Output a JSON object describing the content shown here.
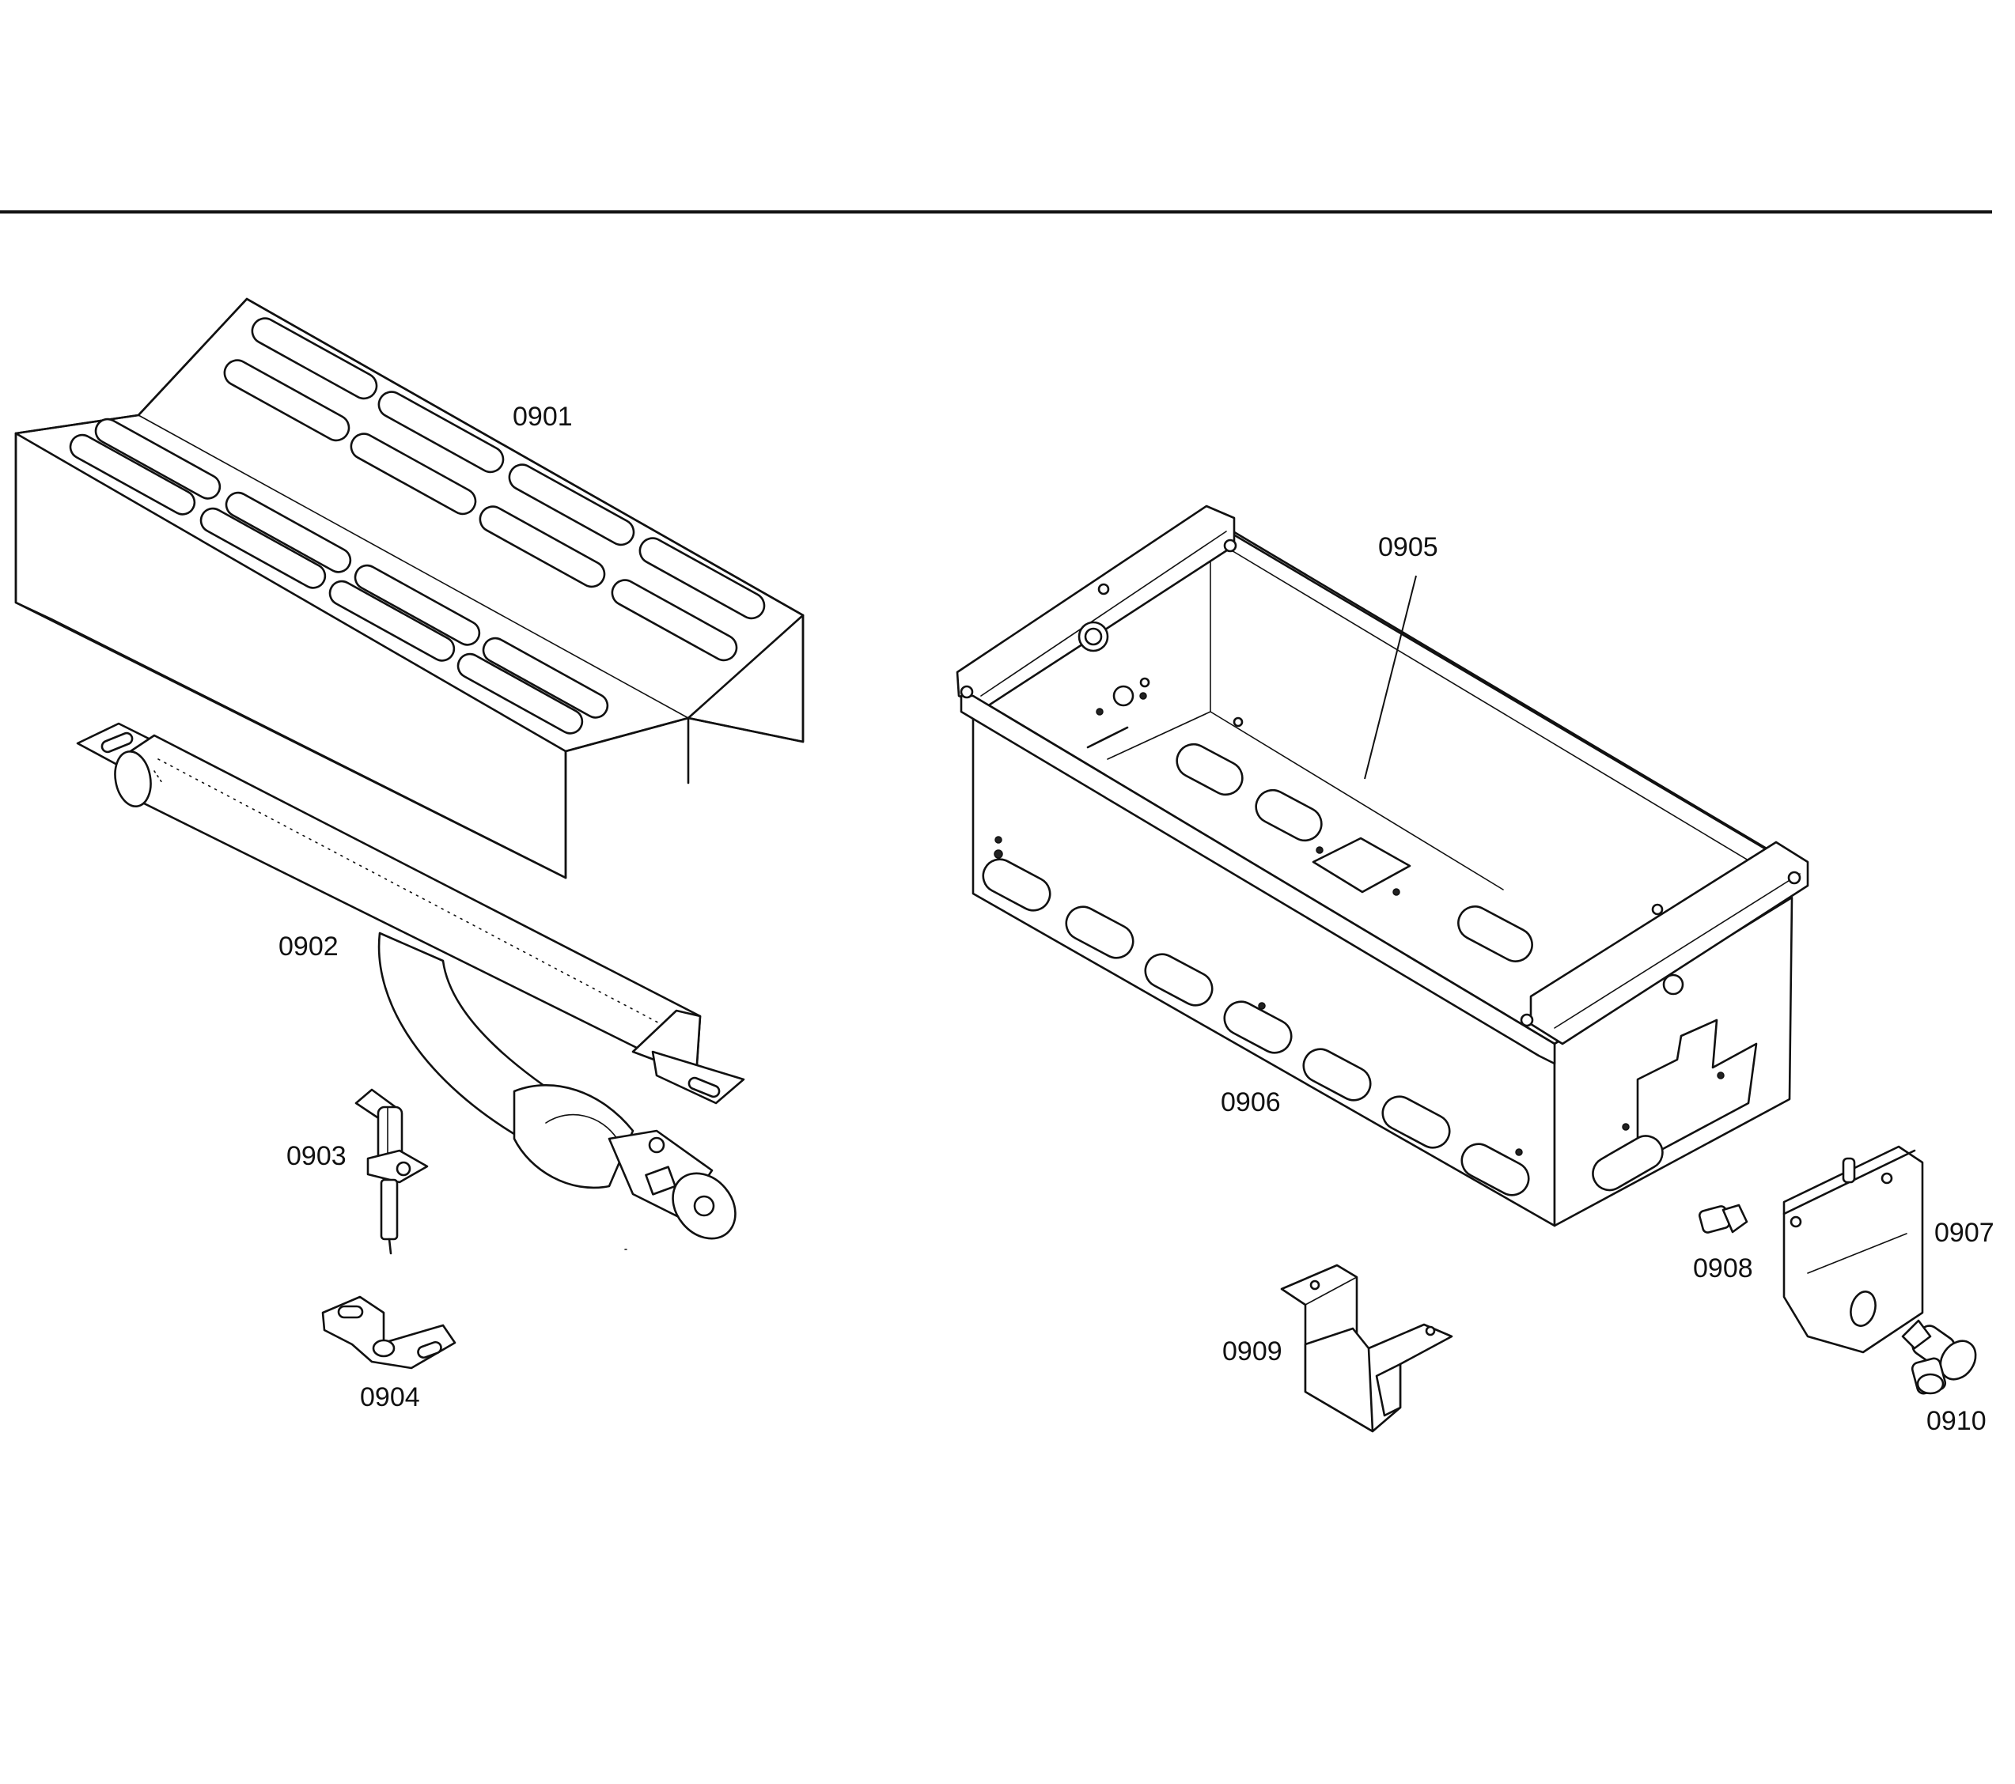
{
  "parts": {
    "p0901": "0901",
    "p0902": "0902",
    "p0903": "0903",
    "p0904": "0904",
    "p0905": "0905",
    "p0906": "0906",
    "p0907": "0907",
    "p0908": "0908",
    "p0909": "0909",
    "p0910": "0910"
  }
}
